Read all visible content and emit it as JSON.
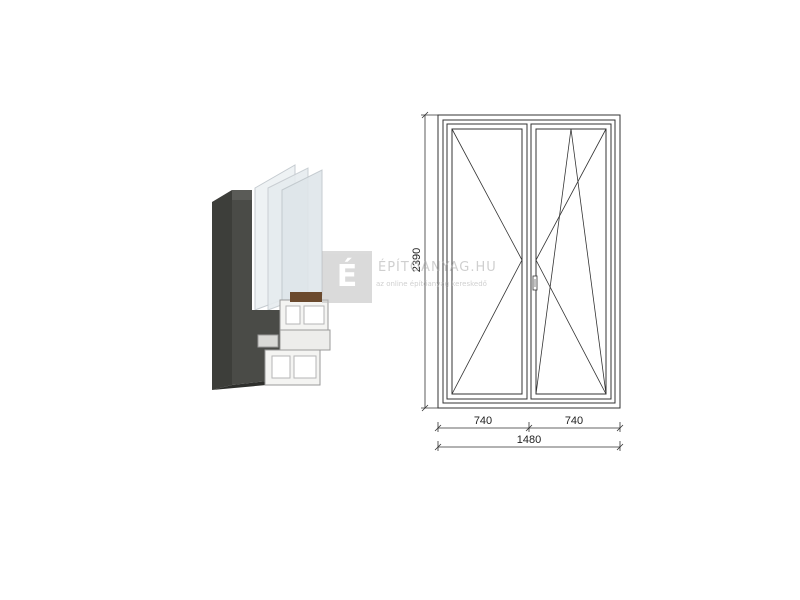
{
  "watermark": {
    "logo_glyph": "É",
    "title": "ÉPÍTŐANYAG.HU",
    "subtitle": "az online építőanyag kereskedő"
  },
  "dimensions": {
    "height_label": "2390",
    "left_sash_width": "740",
    "right_sash_width": "740",
    "total_width": "1480"
  },
  "colors": {
    "frame_profile": "#4a4b47",
    "line": "#333333",
    "glass": "#dfe6ea",
    "pvc_white": "#f4f4f2"
  }
}
